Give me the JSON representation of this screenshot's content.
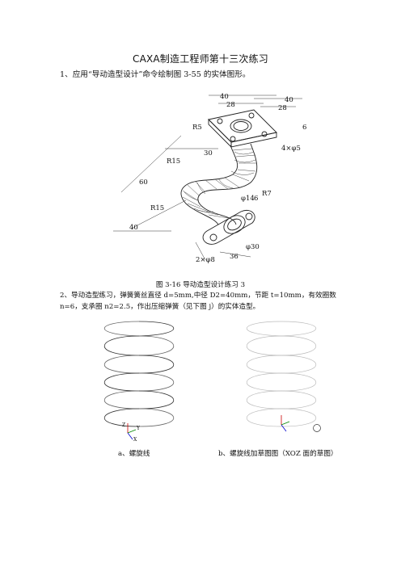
{
  "document": {
    "title": "CAXA制造工程师第十三次练习",
    "q1_text": "1、应用“导动造型设计”命令绘制图 3-55 的实体图形。",
    "fig1_caption": "图 3-16  导动造型设计练习 3",
    "q2_text": "2、导动造型练习，弹簧簧丝直径 d=5mm,中径 D2=40mm，节距 t=10mm，有效圈数 n=6，支承圈 n2=2.5，作出压缩弹簧（见下图 j）的实体造型。",
    "fig2a_caption": "a、螺旋线",
    "fig2b_caption": "b、螺旋线加草图图（XOZ 面的草图）"
  },
  "figure1_dimensions": [
    "40",
    "28",
    "40",
    "28",
    "R5",
    "6",
    "4×φ5",
    "30",
    "R15",
    "60",
    "R15",
    "40",
    "6",
    "φ14",
    "R7",
    "2×φ8",
    "36",
    "φ30"
  ],
  "axis_labels": [
    "Z",
    "Y",
    "X"
  ]
}
